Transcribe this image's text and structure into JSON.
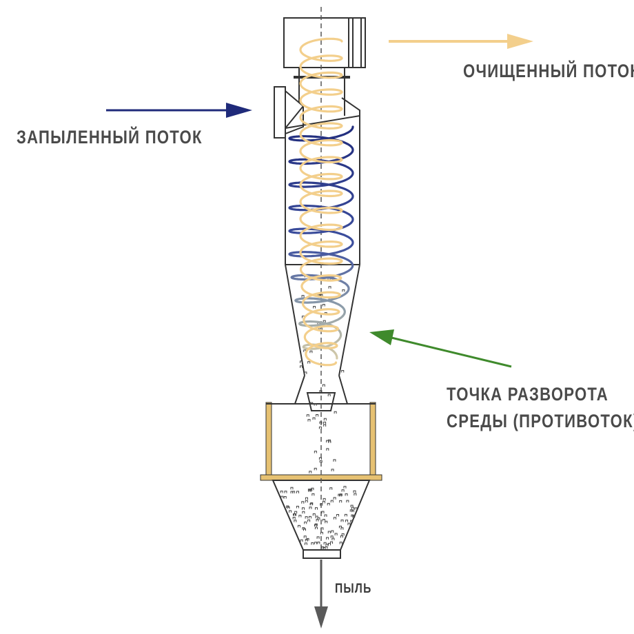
{
  "labels": {
    "clean_flow": "ОЧИЩЕННЫЙ ПОТОК",
    "dusty_flow": "ЗАПЫЛЕННЫЙ ПОТОК",
    "turn_point_line1": "ТОЧКА РАЗВОРОТА",
    "turn_point_line2": "СРЕДЫ (ПРОТИВОТОК)",
    "dust": "ПЫЛЬ"
  },
  "colors": {
    "clean_flow": "#f3cf8c",
    "dusty_flow": "#1f2a7a",
    "turn_point_arrow": "#3f8a2c",
    "dust_arrow": "#5a5a5a",
    "frame": "#e6c172",
    "outline": "#333333"
  }
}
